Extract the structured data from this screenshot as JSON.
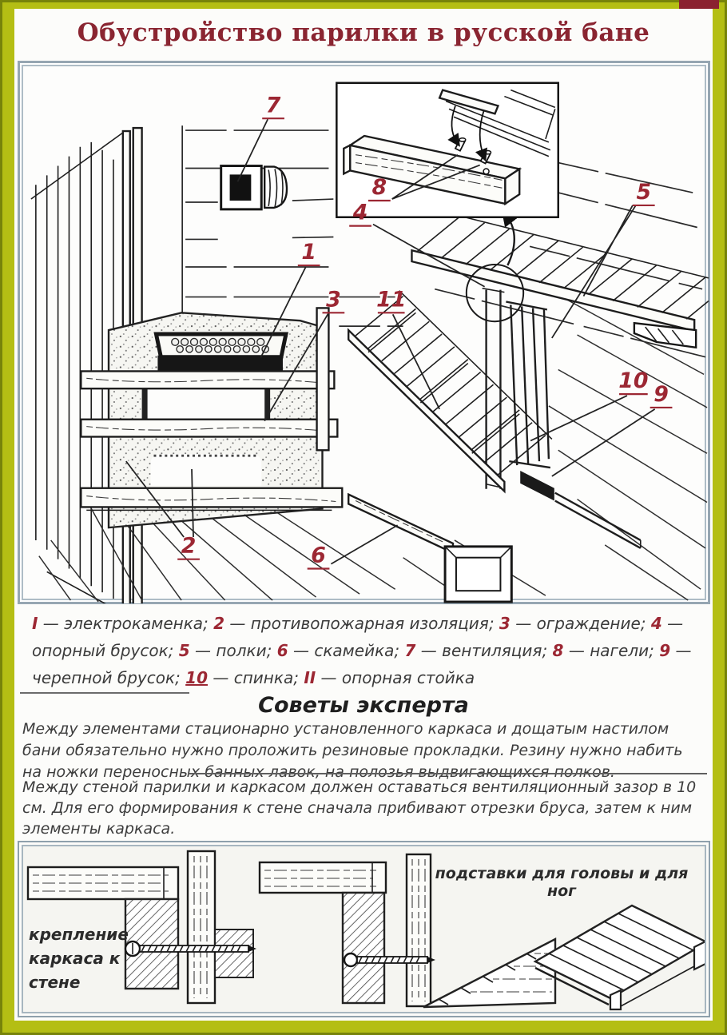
{
  "page": {
    "title": "Обустройство парилки в русской бане",
    "background_color": "#b4be14",
    "accent_color": "#9c2733"
  },
  "diagram": {
    "callout_labels": [
      "1",
      "2",
      "3",
      "4",
      "5",
      "6",
      "7",
      "8",
      "9",
      "10",
      "11"
    ]
  },
  "legend": {
    "items": [
      {
        "num": "I",
        "text": "электрокаменка"
      },
      {
        "num": "2",
        "text": "противопожарная изоляция"
      },
      {
        "num": "3",
        "text": "ограждение"
      },
      {
        "num": "4",
        "text": "опорный брусок"
      },
      {
        "num": "5",
        "text": "полки"
      },
      {
        "num": "6",
        "text": "скамейка"
      },
      {
        "num": "7",
        "text": "вентиляция"
      },
      {
        "num": "8",
        "text": "нагели"
      },
      {
        "num": "9",
        "text": "черепной брусок"
      },
      {
        "num": "10",
        "text": "спинка",
        "underline": true
      },
      {
        "num": "II",
        "text": "опорная стойка"
      }
    ],
    "dash": " — ",
    "separator": "; "
  },
  "tips": {
    "heading": "Советы эксперта",
    "p1": "Между элементами стационарно установленного каркаса и дощатым настилом бани обязательно нужно проложить резиновые прокладки. Резину нужно набить на ножки переносных банных лавок, на полозья выдвигающихся полков.",
    "p2": "Между стеной парилки и каркасом должен оставаться вентиляционный зазор в 10 см. Для его формирования к стене сначала прибивают отрезки бруса, затем к ним элементы каркаса."
  },
  "details": {
    "caption_right": "подставки для головы и для ног",
    "caption_left_lines": [
      "крепление",
      "каркаса к",
      "стене"
    ]
  }
}
